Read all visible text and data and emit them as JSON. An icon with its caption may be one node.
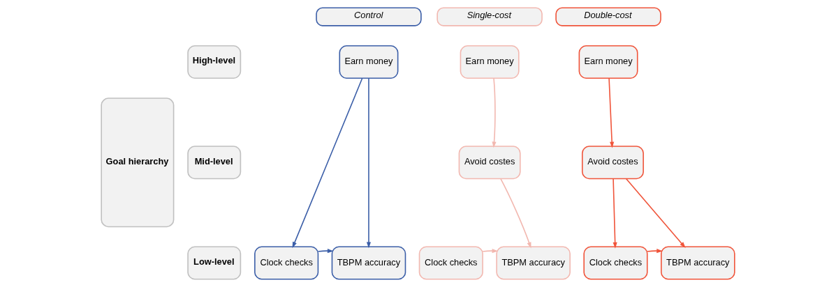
{
  "diagram": {
    "nodes": [
      {
        "text": [
          "Goal hierarchy"
        ]
      },
      {
        "text": [
          "High-level"
        ]
      },
      {
        "text": [
          "Mid-level"
        ]
      },
      {
        "text": [
          "Low-level"
        ]
      },
      {
        "text": [
          "Control"
        ]
      },
      {
        "text": [
          "Single-cost"
        ]
      },
      {
        "text": [
          "Double-cost"
        ]
      },
      {
        "text": [
          "Earn money"
        ]
      },
      {
        "text": [
          "Clock checks"
        ]
      },
      {
        "text": [
          "TBPM accuracy"
        ]
      },
      {
        "text": [
          "Earn money"
        ]
      },
      {
        "text": [
          "Avoid costes"
        ]
      },
      {
        "text": [
          "Clock checks"
        ]
      },
      {
        "text": [
          "TBPM accuracy"
        ]
      },
      {
        "text": [
          "Earn money"
        ]
      },
      {
        "text": [
          "Avoid costes"
        ]
      },
      {
        "text": [
          "Clock checks"
        ]
      },
      {
        "text": [
          "TBPM accuracy"
        ]
      }
    ],
    "edges": [
      {
        "from": 7,
        "to": 8,
        "arrow": "to",
        "color": "#3c5fa8"
      },
      {
        "from": 7,
        "to": 9,
        "arrow": "to",
        "color": "#3c5fa8"
      },
      {
        "from": 8,
        "to": 9,
        "arrow": "to",
        "color": "#3c5fa8"
      },
      {
        "from": 10,
        "to": 11,
        "arrow": "to",
        "color": "#f2b8b0"
      },
      {
        "from": 11,
        "to": 13,
        "arrow": "to",
        "color": "#f2b8b0"
      },
      {
        "from": 12,
        "to": 13,
        "arrow": "to",
        "color": "#f2b8b0"
      },
      {
        "from": 14,
        "to": 15,
        "arrow": "to",
        "color": "#f0553b"
      },
      {
        "from": 15,
        "to": 16,
        "arrow": "to",
        "color": "#f0553b"
      },
      {
        "from": 15,
        "to": 17,
        "arrow": "to",
        "color": "#f0553b"
      },
      {
        "from": 16,
        "to": 17,
        "arrow": "to",
        "color": "#f0553b"
      }
    ]
  }
}
